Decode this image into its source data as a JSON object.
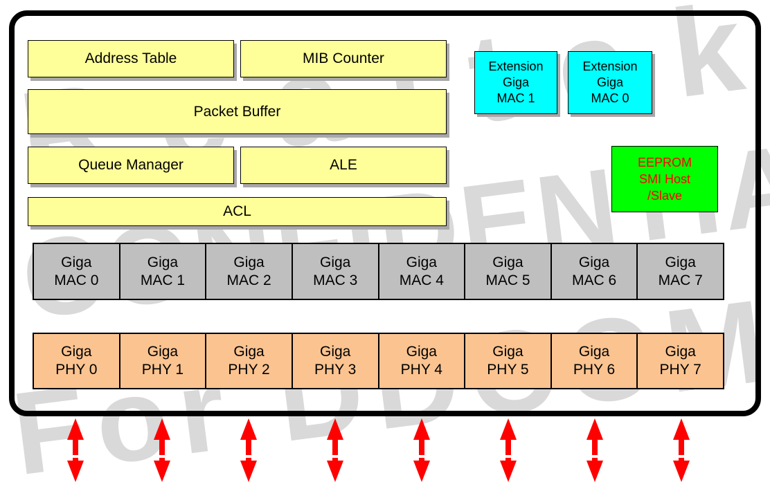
{
  "watermark": {
    "line1": "Realtek",
    "line2": "CONFIDENTIAL",
    "line3": "For DDCOM"
  },
  "blocks": {
    "address_table": "Address Table",
    "mib_counter": "MIB Counter",
    "packet_buffer": "Packet Buffer",
    "queue_manager": "Queue Manager",
    "ale": "ALE",
    "acl": "ACL"
  },
  "extension_macs": [
    {
      "l1": "Extension",
      "l2": "Giga",
      "l3": "MAC 1"
    },
    {
      "l1": "Extension",
      "l2": "Giga",
      "l3": "MAC 0"
    }
  ],
  "eeprom": {
    "l1": "EEPROM",
    "l2": "SMI Host",
    "l3": "/Slave"
  },
  "mac_row": [
    {
      "l1": "Giga",
      "l2": "MAC 0"
    },
    {
      "l1": "Giga",
      "l2": "MAC 1"
    },
    {
      "l1": "Giga",
      "l2": "MAC 2"
    },
    {
      "l1": "Giga",
      "l2": "MAC 3"
    },
    {
      "l1": "Giga",
      "l2": "MAC 4"
    },
    {
      "l1": "Giga",
      "l2": "MAC 5"
    },
    {
      "l1": "Giga",
      "l2": "MAC 6"
    },
    {
      "l1": "Giga",
      "l2": "MAC 7"
    }
  ],
  "phy_row": [
    {
      "l1": "Giga",
      "l2": "PHY 0"
    },
    {
      "l1": "Giga",
      "l2": "PHY 1"
    },
    {
      "l1": "Giga",
      "l2": "PHY 2"
    },
    {
      "l1": "Giga",
      "l2": "PHY 3"
    },
    {
      "l1": "Giga",
      "l2": "PHY 4"
    },
    {
      "l1": "Giga",
      "l2": "PHY 5"
    },
    {
      "l1": "Giga",
      "l2": "PHY 6"
    },
    {
      "l1": "Giga",
      "l2": "PHY 7"
    }
  ],
  "arrows": {
    "count": 8
  },
  "colors": {
    "block_yellow": "#FFFF99",
    "extension_cyan": "#00FFFF",
    "eeprom_green": "#00FF00",
    "eeprom_text_red": "#FF0000",
    "mac_gray": "#BFBFBF",
    "phy_orange": "#FAC390",
    "arrow_red": "#FF0000",
    "watermark_gray": "#D9D9D9",
    "border_black": "#000000"
  }
}
